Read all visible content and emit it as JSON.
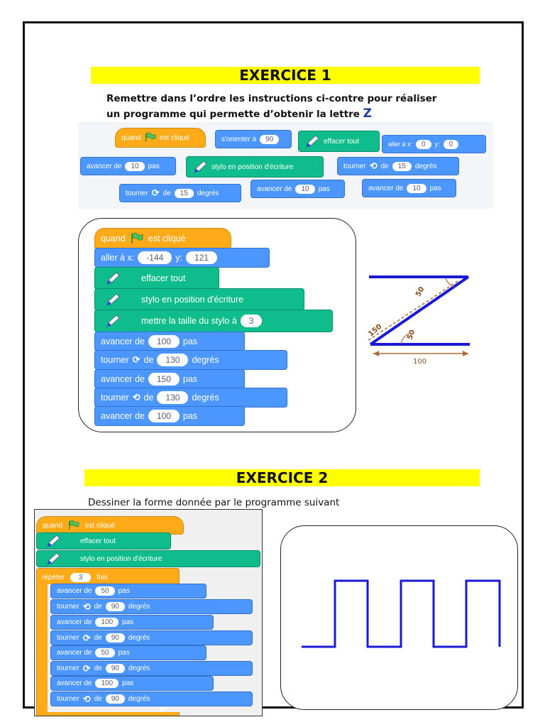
{
  "ex1": {
    "title": "EXERCICE 1",
    "instr_line1": "Remettre dans l’ordre les instructions ci-contre pour réaliser",
    "instr_line2": "un programme qui permette d’obtenir la lettre",
    "letter": "Z",
    "scrambled": {
      "quand": "quand",
      "est_clique": "est cliqué",
      "orienter": "s'orienter à",
      "orienter_val": "90",
      "effacer": "effacer tout",
      "aller": "aller à x:",
      "aller_x": "0",
      "aller_y_label": "y:",
      "aller_y": "0",
      "avancer1": "avancer de",
      "avancer1_val": "10",
      "pas": "pas",
      "stylo": "stylo en position d'écriture",
      "tourner1": "tourner",
      "de": "de",
      "tourner1_val": "15",
      "degres": "degrés",
      "tourner2": "tourner",
      "tourner2_val": "15",
      "avancer2": "avancer de",
      "avancer2_val": "10",
      "avancer3": "avancer de",
      "avancer3_val": "10"
    },
    "program": {
      "quand": "quand",
      "est_clique": "est cliqué",
      "aller": "aller à x:",
      "x": "-144",
      "y_label": "y:",
      "y": "121",
      "effacer": "effacer tout",
      "stylo": "stylo en position d'écriture",
      "taille": "mettre la taille du stylo à",
      "taille_val": "3",
      "avancer": "avancer de",
      "pas": "pas",
      "tourner": "tourner",
      "de": "de",
      "degres": "degrés",
      "a1": "100",
      "t1": "130",
      "a2": "150",
      "t2": "130",
      "a3": "100"
    },
    "z_labels": {
      "l50a": "50",
      "l150": "150",
      "l50b": "50",
      "l100": "100"
    }
  },
  "ex2": {
    "title": "EXERCICE 2",
    "instr": "Dessiner la forme donnée par le programme suivant",
    "program": {
      "quand": "quand",
      "est_clique": "est cliqué",
      "effacer": "effacer tout",
      "stylo": "stylo en position d'écriture",
      "repeter": "répéter",
      "repeter_val": "3",
      "fois": "fois",
      "avancer": "avancer de",
      "pas": "pas",
      "tourner": "tourner",
      "de": "de",
      "degres": "degrés",
      "r1": "50",
      "r2": "90",
      "r3": "100",
      "r4": "90",
      "r5": "50",
      "r6": "90",
      "r7": "100",
      "r8": "90"
    }
  },
  "colors": {
    "motion": "#4c97ff",
    "pen": "#0fbd8c",
    "events": "#ffab19",
    "control": "#ffab19",
    "drawing": "#1a1ad6",
    "banner": "#ffff00"
  },
  "icons": [
    "green-flag-icon",
    "pencil-icon",
    "rotate-right-icon",
    "rotate-left-icon",
    "loop-arrow-icon"
  ]
}
